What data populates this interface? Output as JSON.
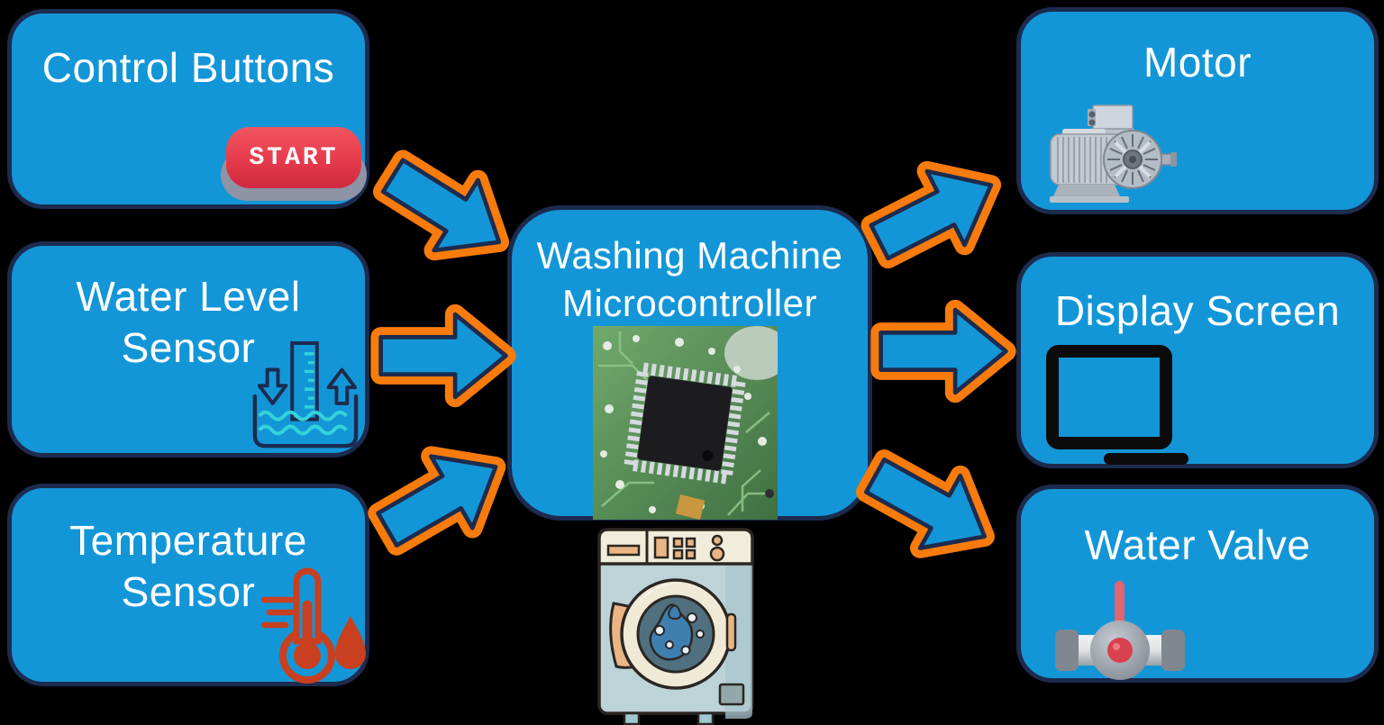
{
  "diagram": {
    "type": "block-diagram",
    "subject": "washing machine microcontroller inputs and outputs"
  },
  "nodes": {
    "control_buttons": {
      "label": "Control Buttons"
    },
    "water_level_sensor": {
      "line1": "Water Level",
      "line2": "Sensor"
    },
    "temperature_sensor": {
      "line1": "Temperature",
      "line2": "Sensor"
    },
    "microcontroller": {
      "line1": "Washing Machine",
      "line2": "Microcontroller"
    },
    "motor": {
      "label": "Motor"
    },
    "display_screen": {
      "label": "Display Screen"
    },
    "water_valve": {
      "label": "Water Valve"
    }
  },
  "icons": {
    "start_button_label": "START",
    "start_button": "red-start-push-button",
    "water_level_icon": "water-level-gauge-with-arrows",
    "temperature_icon": "thermometer-with-droplet",
    "microcontroller_photo": "qfp-chip-on-green-circuit-board",
    "washing_machine_illustration": "cartoon-front-load-washing-machine",
    "motor_icon": "grey-electric-motor",
    "display_icon": "monitor-outline",
    "valve_icon": "grey-pipe-valve-red-handle"
  },
  "arrows": [
    {
      "from": "control_buttons",
      "to": "microcontroller",
      "direction": "down-right"
    },
    {
      "from": "water_level_sensor",
      "to": "microcontroller",
      "direction": "right"
    },
    {
      "from": "temperature_sensor",
      "to": "microcontroller",
      "direction": "up-right"
    },
    {
      "from": "microcontroller",
      "to": "motor",
      "direction": "up-right"
    },
    {
      "from": "microcontroller",
      "to": "display_screen",
      "direction": "right"
    },
    {
      "from": "microcontroller",
      "to": "water_valve",
      "direction": "down-right"
    }
  ],
  "colors": {
    "background": "#000000",
    "node_fill": "#1396d8",
    "node_border": "#1c2b4e",
    "arrow_fill": "#1396d8",
    "arrow_outline": "#f87b0c",
    "text": "#ffffff",
    "start_button_red": "#e63b4c",
    "start_button_base_grey": "#8e93a6",
    "thermometer_red": "#c8401f",
    "water_cyan": "#35d3d8",
    "monitor_black": "#0b0b0b"
  }
}
